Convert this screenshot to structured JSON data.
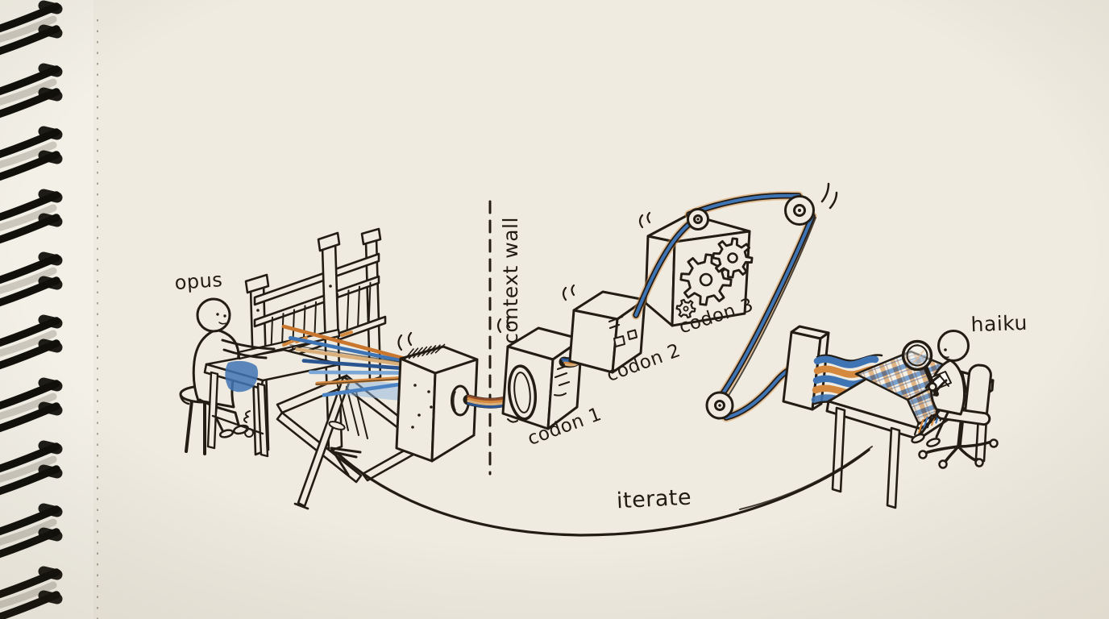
{
  "labels": {
    "opus": "opus",
    "context_wall": "context wall",
    "codon_1": "codon 1",
    "codon_2": "codon 2",
    "codon_3": "codon 3",
    "haiku": "haiku",
    "iterate": "iterate"
  },
  "colors": {
    "paper": "#efebe0",
    "margin": "#f3f0e7",
    "ink": "#221c14",
    "blue": "#3f74b4",
    "blueLight": "#7ba7d6",
    "navy": "#2b5590",
    "orange": "#d4893f",
    "orangeDeep": "#c9762e",
    "tan": "#d9b07b",
    "brown": "#8a4a28",
    "binding": "#11100b",
    "perforation": "#a9a49a",
    "wash": "#8db3dd"
  },
  "thread_colors": [
    "#c9762e",
    "#3f74b4",
    "#d9b07b",
    "#2b5590",
    "#7ba7d6",
    "#d4893f",
    "#4a82c4"
  ]
}
